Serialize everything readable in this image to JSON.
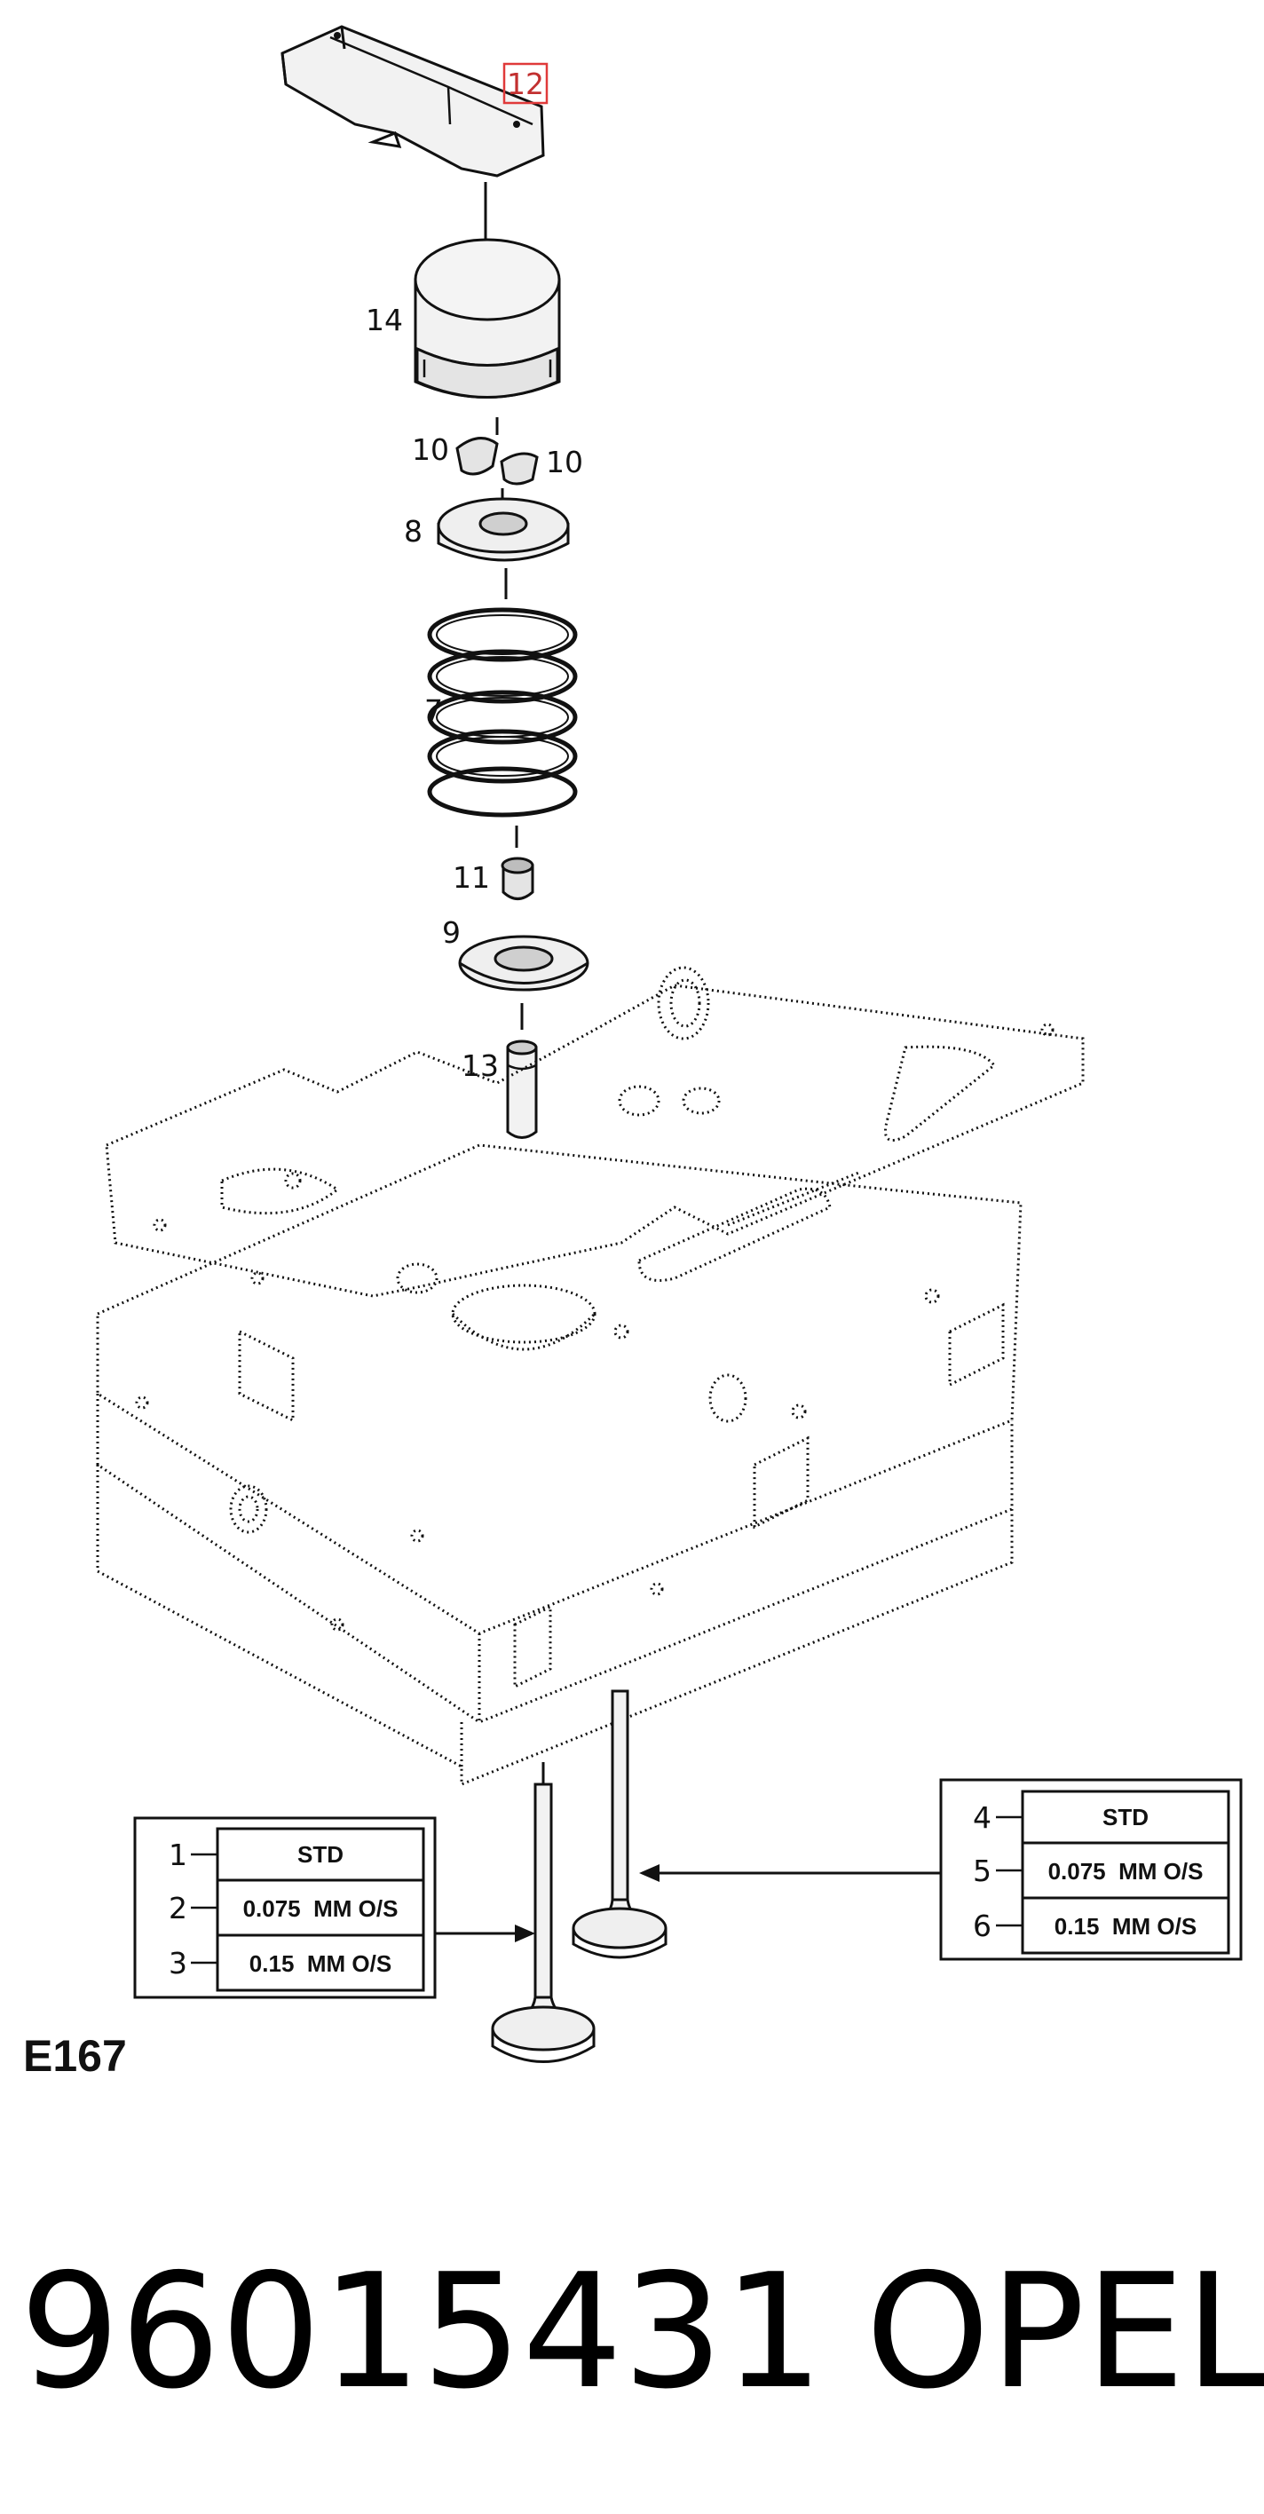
{
  "callouts": {
    "c12": "12",
    "c14": "14",
    "c10a": "10",
    "c10b": "10",
    "c8": "8",
    "c7": "7",
    "c11": "11",
    "c9": "9",
    "c13": "13"
  },
  "highlight_color": "#e03a3a",
  "left_table": {
    "rows": [
      {
        "num": "1",
        "label": "STD"
      },
      {
        "num": "2",
        "label": "0.075  MM O/S"
      },
      {
        "num": "3",
        "label": "0.15  MM O/S"
      }
    ]
  },
  "right_table": {
    "rows": [
      {
        "num": "4",
        "label": "STD"
      },
      {
        "num": "5",
        "label": "0.075  MM O/S"
      },
      {
        "num": "6",
        "label": "0.15  MM O/S"
      }
    ]
  },
  "figure_code": "E167",
  "caption": {
    "part_number": "96015431",
    "brand": "OPEL"
  }
}
